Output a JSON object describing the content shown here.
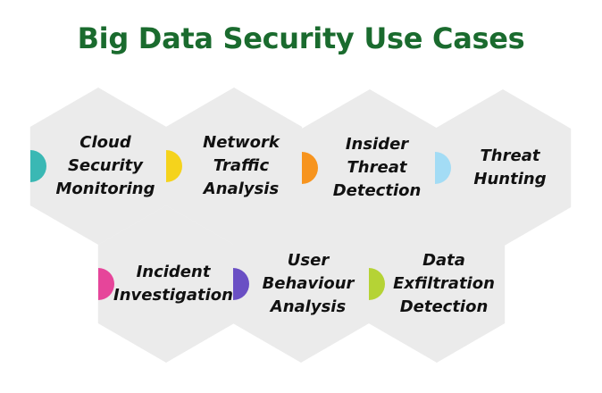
{
  "title": "Big Data Security Use Cases",
  "colors": {
    "title": "#1a6b2e",
    "hexagon_fill": "#ebebeb",
    "background": "#ffffff"
  },
  "use_cases": [
    {
      "lines": [
        "Cloud",
        "Security",
        "Monitoring"
      ],
      "accent": "#3ab8b4"
    },
    {
      "lines": [
        "Network",
        "Traffic",
        "Analysis"
      ],
      "accent": "#f5d31c"
    },
    {
      "lines": [
        "Insider",
        "Threat",
        "Detection"
      ],
      "accent": "#f7941e"
    },
    {
      "lines": [
        "Threat",
        "Hunting"
      ],
      "accent": "#a3dcf5"
    },
    {
      "lines": [
        "Incident",
        "Investigation"
      ],
      "accent": "#e6459a"
    },
    {
      "lines": [
        "User",
        "Behaviour",
        "Analysis"
      ],
      "accent": "#6a4fc4"
    },
    {
      "lines": [
        "Data",
        "Exfiltration",
        "Detection"
      ],
      "accent": "#b5d335"
    }
  ]
}
